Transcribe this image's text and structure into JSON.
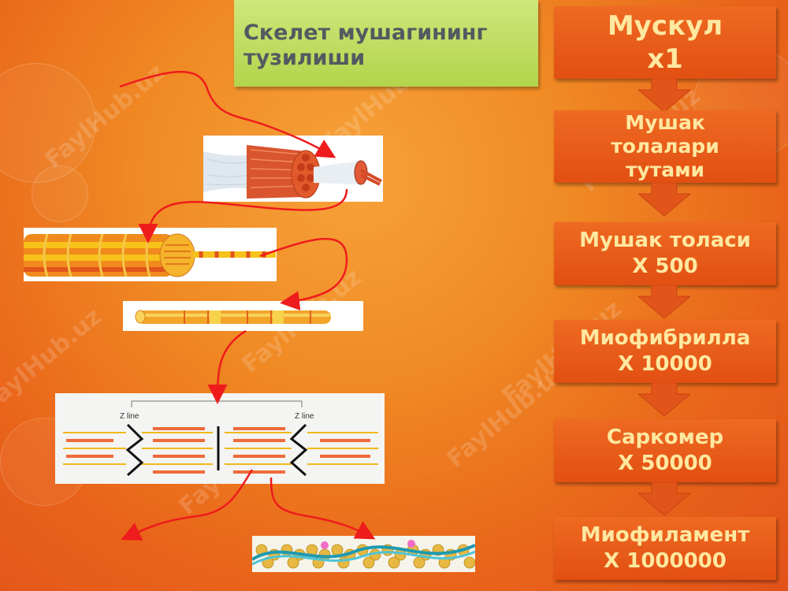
{
  "title": "Скелет мушагининг тузилиши",
  "watermark": "FaylHub.uz",
  "hierarchy": [
    {
      "line1": "Мускул",
      "line2": "х1"
    },
    {
      "line1": "Мушак",
      "line2": "толалари",
      "line3": "тутами"
    },
    {
      "line1": "Мушак толаси",
      "line2": "Х 500"
    },
    {
      "line1": "Миофибрилла",
      "line2": "Х 10000"
    },
    {
      "line1": "Саркомер",
      "line2": "Х 50000"
    },
    {
      "line1": "Миофиламент",
      "line2": "Х 1000000"
    }
  ],
  "sarcomere": {
    "z_label_left": "Z line",
    "z_label_right": "Z line"
  },
  "colors": {
    "accent_green": "#bcd957",
    "box_orange": "#e85a18",
    "arrow_red": "#ee1c1c",
    "box_text": "#ffe8a0"
  }
}
